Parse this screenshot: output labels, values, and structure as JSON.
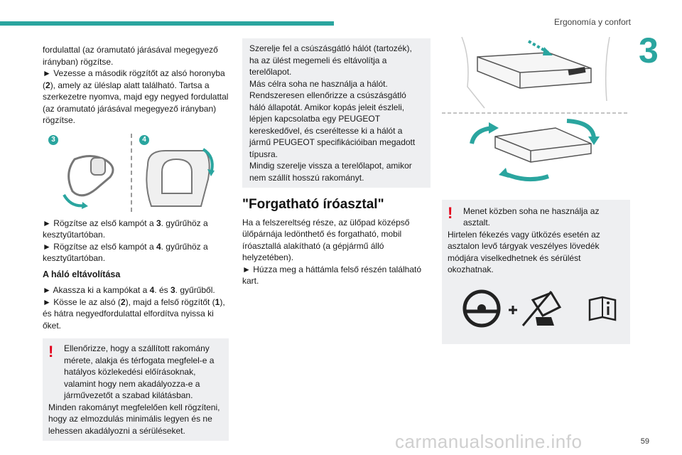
{
  "header": {
    "section_title": "Ergonomía y confort",
    "chapter_number": "3",
    "page_number": "59"
  },
  "col1": {
    "p1_a": "fordulattal (az óramutató járásával megegyező irányban) rögzítse.",
    "p1_b": "► Vezesse a második rögzítőt az alsó horonyba (",
    "p1_b_num": "2",
    "p1_c": "), amely az üléslap alatt található. Tartsa a szerkezetre nyomva, majd egy negyed fordulattal (az óramutató járásával megegyező irányban) rögzítse.",
    "fig_labels": [
      "3",
      "4"
    ],
    "p2_a": "► Rögzítse az első kampót a ",
    "p2_num": "3",
    "p2_b": ". gyűrűhöz a kesztyűtartóban.",
    "p3_a": "► Rögzítse az első kampót a ",
    "p3_num": "4",
    "p3_b": ". gyűrűhöz a kesztyűtartóban.",
    "heading": "A háló eltávolítása",
    "p4_a": "► Akassza ki a kampókat a ",
    "p4_n1": "4",
    "p4_b": ". és ",
    "p4_n2": "3",
    "p4_c": ". gyűrűből.",
    "p5_a": "► Kösse le az alsó (",
    "p5_n1": "2",
    "p5_b": "), majd a felső rögzítőt (",
    "p5_n2": "1",
    "p5_c": "), és hátra negyedfordulattal elfordítva nyissa ki őket.",
    "warn_first": "Ellenőrizze, hogy a szállított rakomány mérete, alakja és térfogata megfelel-e a hatályos közlekedési előírásoknak, valamint hogy nem akadályozza-e a járművezetőt a szabad kilátásban.",
    "warn_second": "Minden rakományt megfelelően kell rögzíteni, hogy az elmozdulás minimális legyen és ne lehessen akadályozni a sérüléseket."
  },
  "col2": {
    "box_p1": "Szerelje fel a csúszásgátló hálót (tartozék), ha az ülést megemeli és eltávolítja a terelőlapot.",
    "box_p2": "Más célra soha ne használja a hálót. Rendszeresen ellenőrizze a csúszásgátló háló állapotát. Amikor kopás jeleit észleli, lépjen kapcsolatba egy PEUGEOT kereskedővel, és cseréltesse ki a hálót a jármű PEUGEOT specifikációiban megadott típusra.",
    "box_p3": "Mindig szerelje vissza a terelőlapot, amikor nem szállít hosszú rakományt.",
    "heading": "\"Forgatható íróasztal\"",
    "p1": "Ha a felszereltség része, az ülőpad középső ülőpárnája ledönthető és forgatható, mobil íróasztallá alakítható (a gépjármű álló helyzetében).",
    "p2": "► Húzza meg a háttámla felső részén található kart."
  },
  "col3": {
    "warn_first": "Menet közben soha ne használja az asztalt.",
    "warn_second": "Hirtelen fékezés vagy ütközés esetén az asztalon levő tárgyak veszélyes lövedék módjára viselkedhetnek és sérülést okozhatnak."
  },
  "watermark": "carmanualsonline.info",
  "colors": {
    "accent": "#2aa59f",
    "warning": "#e3001b",
    "box": "#eeeff1"
  }
}
